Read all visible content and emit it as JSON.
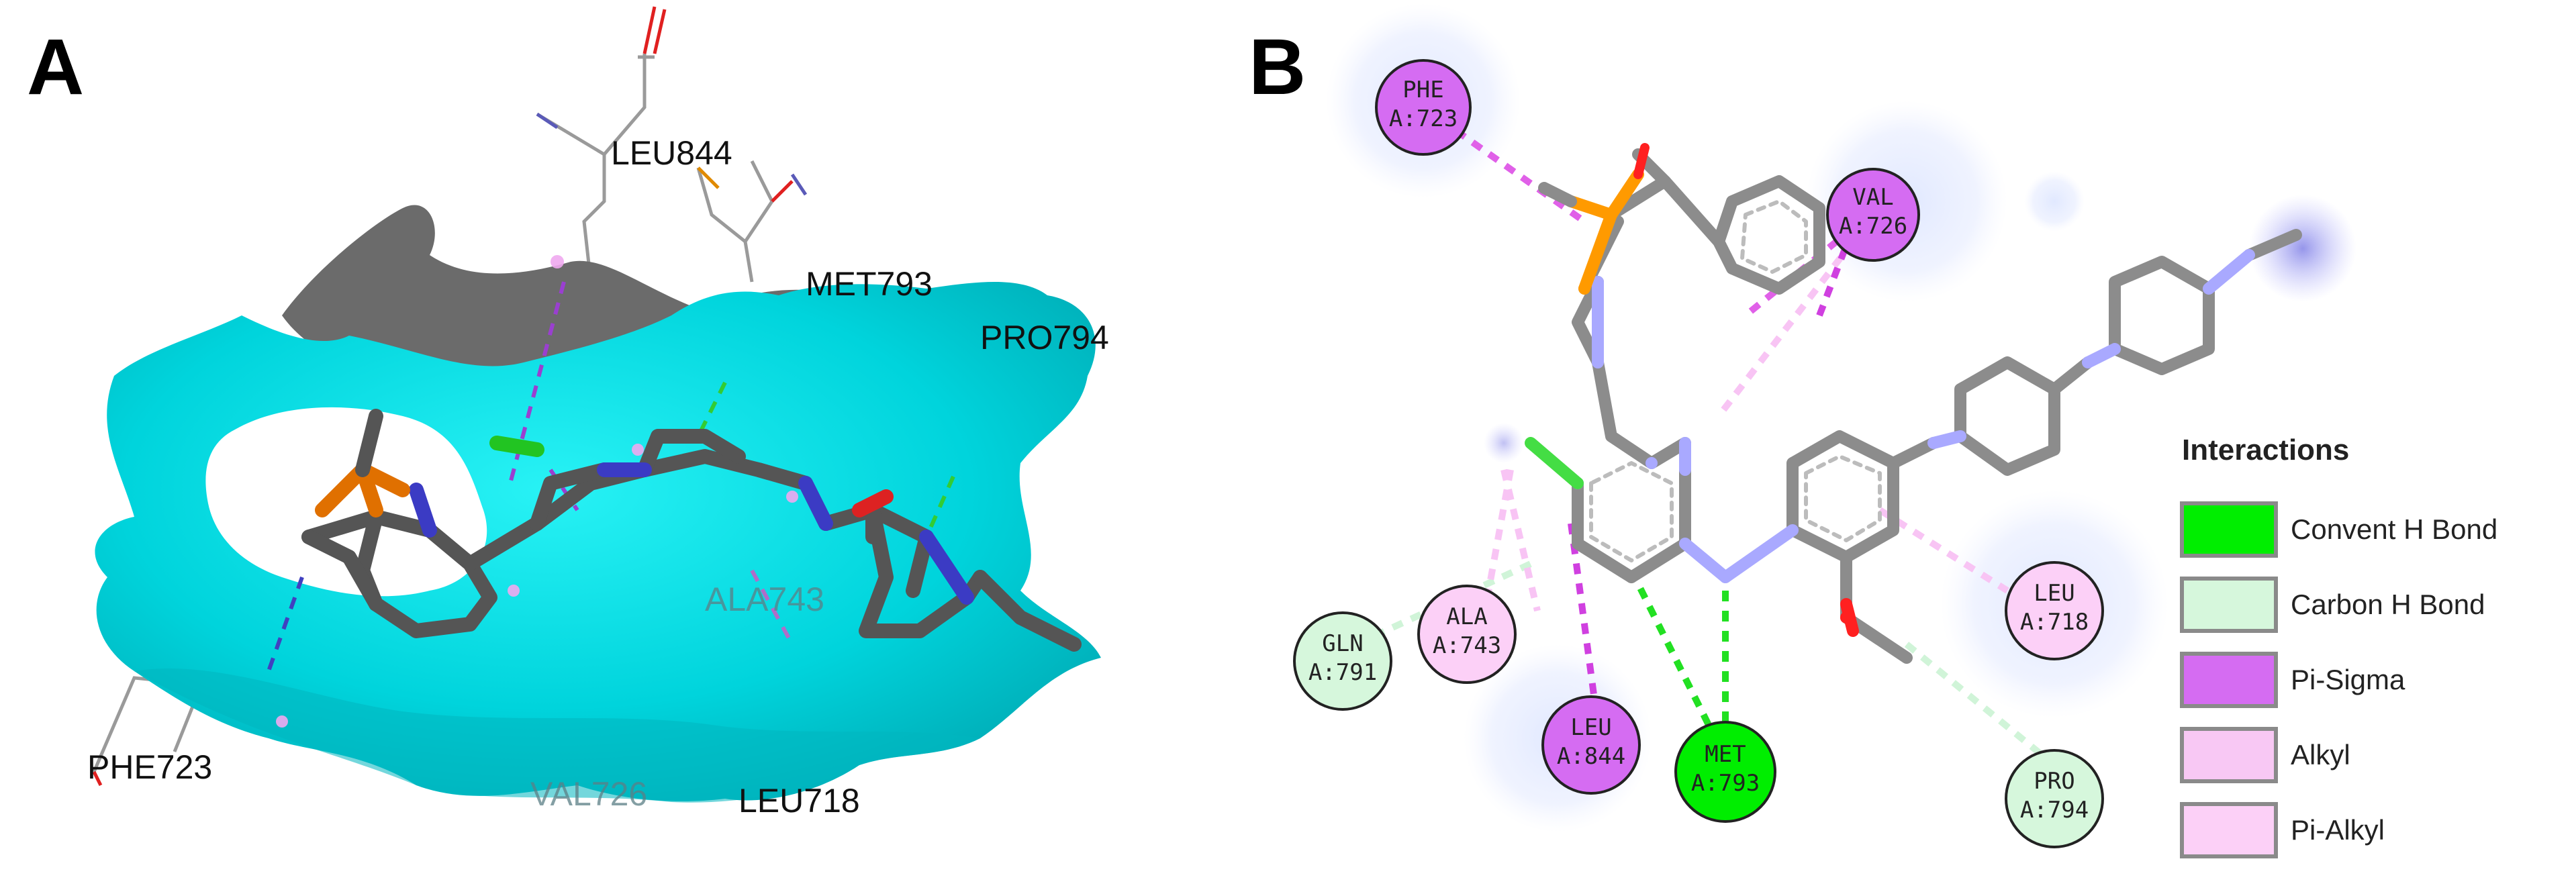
{
  "panels": {
    "a_letter": "A",
    "b_letter": "B"
  },
  "panel_a": {
    "labels": {
      "leu844": "LEU844",
      "met793": "MET793",
      "pro794": "PRO794",
      "phe723": "PHE723",
      "val726": "VAL726",
      "leu718": "LEU718",
      "ala743": "ALA743"
    },
    "colors": {
      "surface": "#00e0e6",
      "surface_shadow": "#00b3bd",
      "grey_surface": "#6a6a6a",
      "ligand": "#505050",
      "nitrogen": "#3a3ac8",
      "oxygen": "#e02020",
      "sulfur_p": "#e07800",
      "chlorine": "#22c422"
    }
  },
  "panel_b": {
    "residues": {
      "phe723": {
        "name": "PHE",
        "id": "A:723",
        "type": "pi-sigma"
      },
      "val726": {
        "name": "VAL",
        "id": "A:726",
        "type": "pi-sigma"
      },
      "gln791": {
        "name": "GLN",
        "id": "A:791",
        "type": "carbon-h-bond"
      },
      "ala743": {
        "name": "ALA",
        "id": "A:743",
        "type": "alkyl"
      },
      "leu844": {
        "name": "LEU",
        "id": "A:844",
        "type": "pi-sigma"
      },
      "met793": {
        "name": "MET",
        "id": "A:793",
        "type": "conventional-h-bond"
      },
      "leu718": {
        "name": "LEU",
        "id": "A:718",
        "type": "alkyl"
      },
      "pro794": {
        "name": "PRO",
        "id": "A:794",
        "type": "carbon-h-bond"
      }
    },
    "legend": {
      "title": "Interactions",
      "items": [
        {
          "label": "Convent H Bond",
          "color": "#00ee00"
        },
        {
          "label": "Carbon H Bond",
          "color": "#d6f7dc"
        },
        {
          "label": "Pi-Sigma",
          "color": "#d56cf2"
        },
        {
          "label": "Alkyl",
          "color": "#f8c8f4"
        },
        {
          "label": "Pi-Alkyl",
          "color": "#fcd0f7"
        }
      ]
    },
    "colors": {
      "bond": "#8c8c8c",
      "nitrogen": "#a9a9ff",
      "oxygen": "#ff2020",
      "phosphorus": "#ff9a00",
      "chlorine": "#44dd44",
      "glow": "#e6ecff"
    }
  }
}
